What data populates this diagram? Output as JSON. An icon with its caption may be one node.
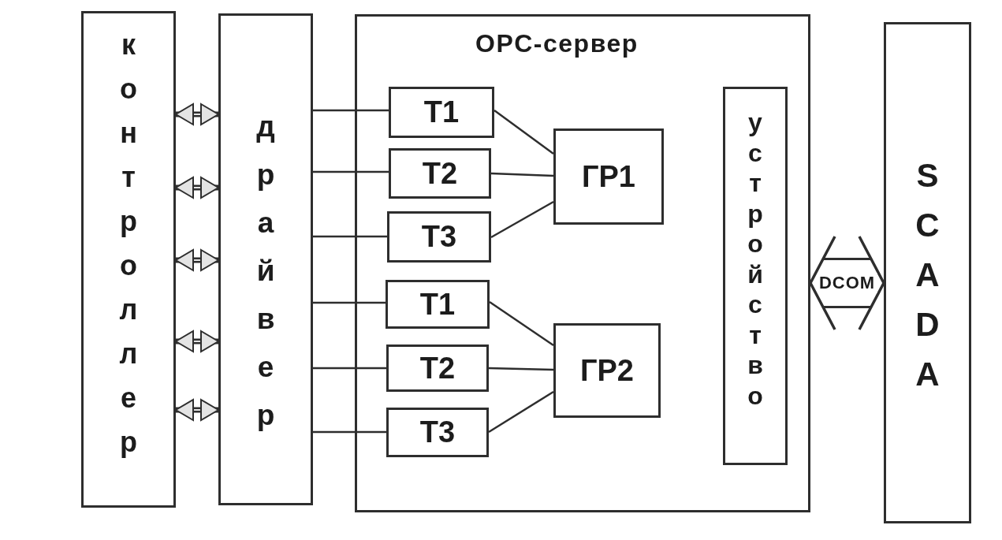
{
  "diagram": {
    "nodes": [
      {
        "text": [
          "контроллер"
        ]
      },
      {
        "text": [
          "драйвер"
        ]
      },
      {
        "text": [
          "OPC-сервер"
        ]
      },
      {
        "text": [
          "Т1"
        ],
        "in": 2
      },
      {
        "text": [
          "Т2"
        ],
        "in": 2
      },
      {
        "text": [
          "Т3"
        ],
        "in": 2
      },
      {
        "text": [
          "ГР1"
        ],
        "in": 2
      },
      {
        "text": [
          "Т1"
        ],
        "in": 2
      },
      {
        "text": [
          "Т2"
        ],
        "in": 2
      },
      {
        "text": [
          "Т3"
        ],
        "in": 2
      },
      {
        "text": [
          "ГР2"
        ],
        "in": 2
      },
      {
        "text": [
          "устройство"
        ],
        "in": 2
      },
      {
        "text": [
          "SCADA"
        ]
      }
    ],
    "edges": [
      {
        "from": 0,
        "to": 1,
        "arrow": "both"
      },
      {
        "from": 0,
        "to": 1,
        "arrow": "both"
      },
      {
        "from": 0,
        "to": 1,
        "arrow": "both"
      },
      {
        "from": 0,
        "to": 1,
        "arrow": "both"
      },
      {
        "from": 0,
        "to": 1,
        "arrow": "both"
      },
      {
        "from": 1,
        "to": 3,
        "arrow": "none"
      },
      {
        "from": 1,
        "to": 4,
        "arrow": "none"
      },
      {
        "from": 1,
        "to": 5,
        "arrow": "none"
      },
      {
        "from": 1,
        "to": 7,
        "arrow": "none"
      },
      {
        "from": 1,
        "to": 8,
        "arrow": "none"
      },
      {
        "from": 1,
        "to": 9,
        "arrow": "none"
      },
      {
        "from": 3,
        "to": 6,
        "arrow": "none"
      },
      {
        "from": 4,
        "to": 6,
        "arrow": "none"
      },
      {
        "from": 5,
        "to": 6,
        "arrow": "none"
      },
      {
        "from": 7,
        "to": 10,
        "arrow": "none"
      },
      {
        "from": 8,
        "to": 10,
        "arrow": "none"
      },
      {
        "from": 9,
        "to": 10,
        "arrow": "none"
      },
      {
        "from": 2,
        "to": 12,
        "arrow": "both",
        "label": "DCOM",
        "style": "thick"
      }
    ]
  }
}
